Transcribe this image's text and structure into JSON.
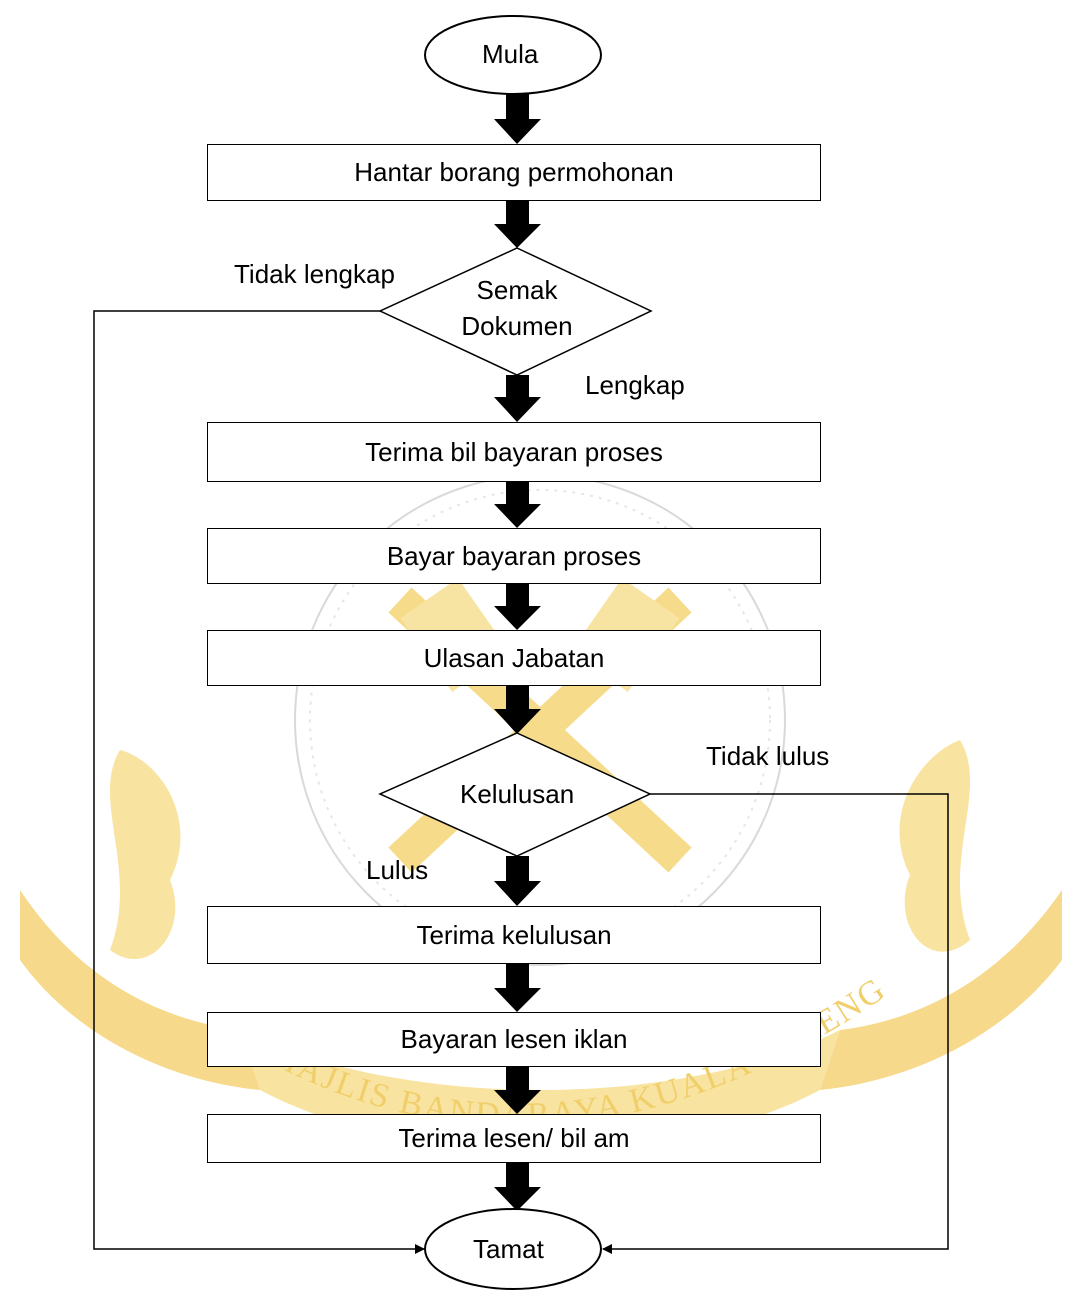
{
  "nodes": {
    "start": "Mula",
    "submit": "Hantar borang permohonan",
    "check_line1": "Semak",
    "check_line2": "Dokumen",
    "receive_bill": "Terima bil bayaran proses",
    "pay_fee": "Bayar bayaran proses",
    "dept_review": "Ulasan Jabatan",
    "approval": "Kelulusan",
    "receive_approval": "Terima kelulusan",
    "license_payment": "Bayaran lesen iklan",
    "receive_license": "Terima lesen/ bil am",
    "end": "Tamat"
  },
  "edges": {
    "incomplete": "Tidak lengkap",
    "complete": "Lengkap",
    "rejected": "Tidak lulus",
    "approved": "Lulus"
  },
  "watermark": {
    "arc_text": "MAJLIS BANDARAYA KUALA TERENGGANU",
    "color": "#f5d77a"
  }
}
